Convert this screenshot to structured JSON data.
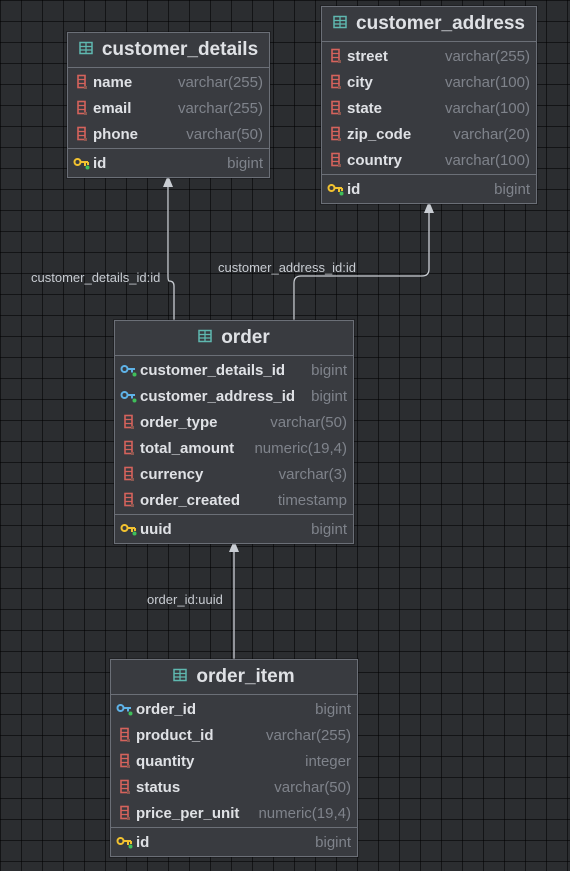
{
  "tables": {
    "customer_details": {
      "title": "customer_details",
      "columns": [
        {
          "name": "name",
          "type": "varchar(255)",
          "icon": "column-icon"
        },
        {
          "name": "email",
          "type": "varchar(255)",
          "icon": "column-icon"
        },
        {
          "name": "phone",
          "type": "varchar(50)",
          "icon": "column-icon"
        }
      ],
      "key": {
        "name": "id",
        "type": "bigint",
        "icon": "primary-key-icon"
      }
    },
    "customer_address": {
      "title": "customer_address",
      "columns": [
        {
          "name": "street",
          "type": "varchar(255)",
          "icon": "column-icon"
        },
        {
          "name": "city",
          "type": "varchar(100)",
          "icon": "column-icon"
        },
        {
          "name": "state",
          "type": "varchar(100)",
          "icon": "column-icon"
        },
        {
          "name": "zip_code",
          "type": "varchar(20)",
          "icon": "column-icon"
        },
        {
          "name": "country",
          "type": "varchar(100)",
          "icon": "column-icon"
        }
      ],
      "key": {
        "name": "id",
        "type": "bigint",
        "icon": "primary-key-icon"
      }
    },
    "order": {
      "title": "order",
      "columns": [
        {
          "name": "customer_details_id",
          "type": "bigint",
          "icon": "foreign-key-icon"
        },
        {
          "name": "customer_address_id",
          "type": "bigint",
          "icon": "foreign-key-icon"
        },
        {
          "name": "order_type",
          "type": "varchar(50)",
          "icon": "column-icon"
        },
        {
          "name": "total_amount",
          "type": "numeric(19,4)",
          "icon": "column-icon"
        },
        {
          "name": "currency",
          "type": "varchar(3)",
          "icon": "column-icon"
        },
        {
          "name": "order_created",
          "type": "timestamp",
          "icon": "column-icon"
        }
      ],
      "key": {
        "name": "uuid",
        "type": "bigint",
        "icon": "primary-key-icon"
      }
    },
    "order_item": {
      "title": "order_item",
      "columns": [
        {
          "name": "order_id",
          "type": "bigint",
          "icon": "foreign-key-icon"
        },
        {
          "name": "product_id",
          "type": "varchar(255)",
          "icon": "column-icon"
        },
        {
          "name": "quantity",
          "type": "integer",
          "icon": "column-icon"
        },
        {
          "name": "status",
          "type": "varchar(50)",
          "icon": "column-icon"
        },
        {
          "name": "price_per_unit",
          "type": "numeric(19,4)",
          "icon": "column-icon"
        }
      ],
      "key": {
        "name": "id",
        "type": "bigint",
        "icon": "primary-key-icon"
      }
    }
  },
  "relations": {
    "order_to_customer_details": "customer_details_id:id",
    "order_to_customer_address": "customer_address_id:id",
    "order_item_to_order": "order_id:uuid"
  }
}
